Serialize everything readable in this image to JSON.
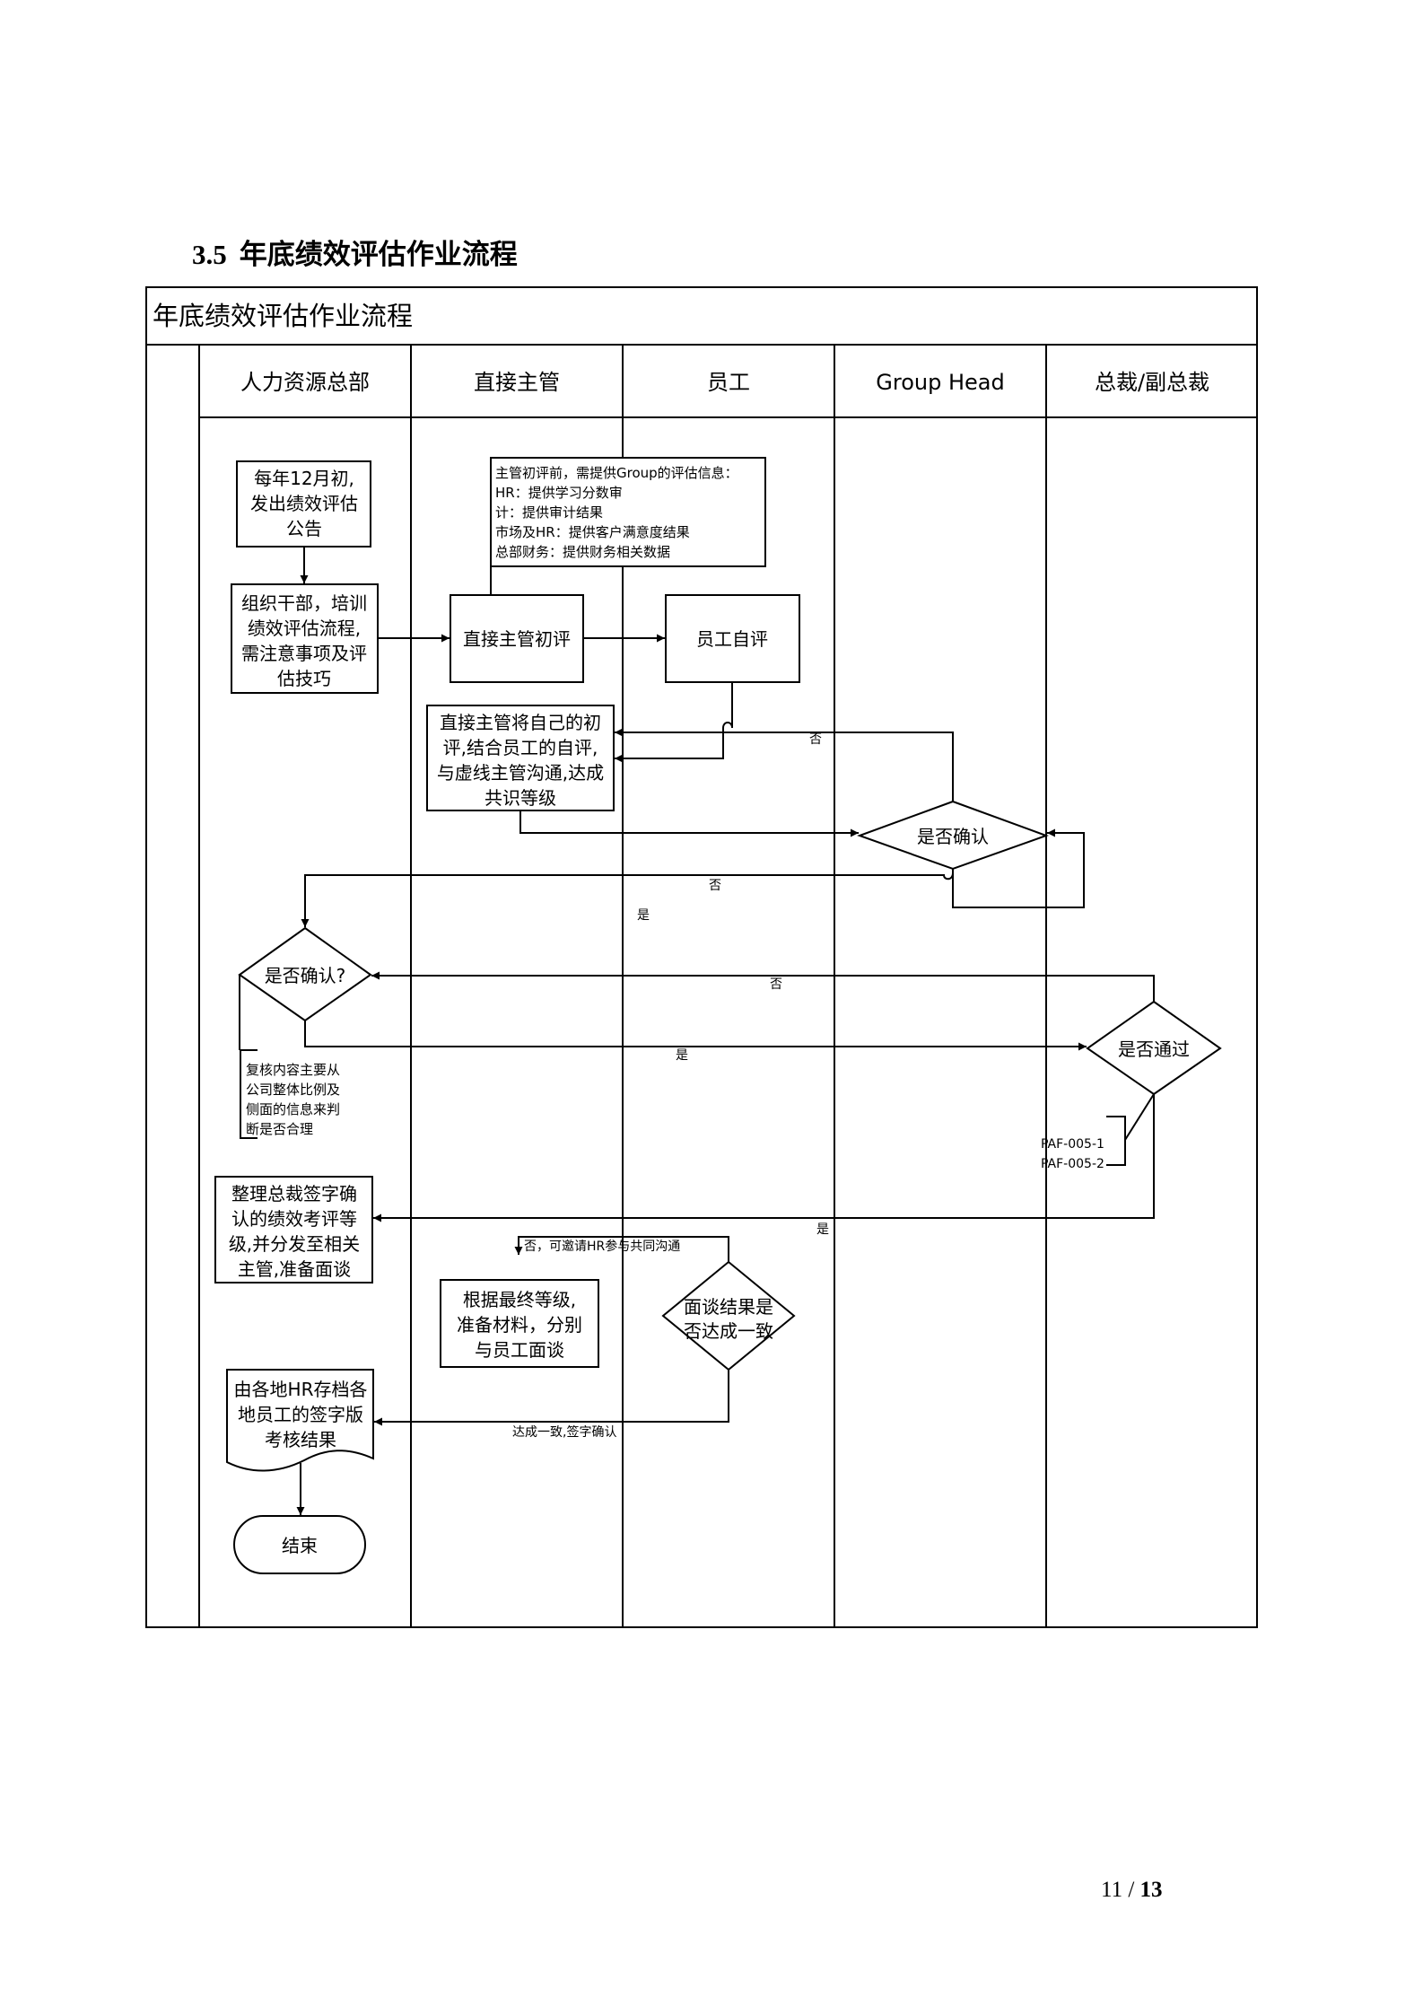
{
  "section": {
    "number": "3.5",
    "title": "年底绩效评估作业流程"
  },
  "flowchart": {
    "title": "年底绩效评估作业流程",
    "lanes": [
      "人力资源总部",
      "直接主管",
      "员工",
      "Group Head",
      "总裁/副总裁"
    ],
    "nodes": {
      "announce": [
        "每年12月初,",
        "发出绩效评估",
        "公告"
      ],
      "organize": [
        "组织干部，培训",
        "绩效评估流程,",
        "需注意事项及评",
        "估技巧"
      ],
      "info_note": [
        "主管初评前，需提供Group的评估信息：",
        "HR：提供学习分数审",
        "计：提供审计结果",
        "市场及HR：提供客户满意度结果",
        "总部财务：提供财务相关数据"
      ],
      "mgr_initial": "直接主管初评",
      "self_review": "员工自评",
      "consensus": [
        "直接主管将自己的初",
        "评,结合员工的自评,",
        "与虚线主管沟通,达成",
        "共识等级"
      ],
      "gh_confirm": "是否确认",
      "hr_confirm": "是否确认?",
      "review_note": [
        "复核内容主要从",
        "公司整体比例及",
        "侧面的信息来判",
        "断是否合理"
      ],
      "pres_pass": "是否通过",
      "forms": [
        "PAF-005-1",
        "PAF-005-2"
      ],
      "collate": [
        "整理总裁签字确",
        "认的绩效考评等",
        "级,并分发至相关",
        "主管,准备面谈"
      ],
      "prepare": [
        "根据最终等级,",
        "准备材料，分别",
        "与员工面谈"
      ],
      "agree": [
        "面谈结果是",
        "否达成一致"
      ],
      "archive": [
        "由各地HR存档各",
        "地员工的签字版",
        "考核结果"
      ],
      "end": "结束"
    },
    "edge_labels": {
      "gh_no_back": "否",
      "gh_no_loop": "否",
      "gh_yes": "是",
      "pres_no": "否",
      "hr_yes": "是",
      "pres_yes": "是",
      "agree_no": "否，可邀请HR参与共同沟通",
      "agree_yes": "达成一致,签字确认"
    }
  },
  "footer": {
    "page": "11",
    "separator": "/",
    "total": "13"
  }
}
